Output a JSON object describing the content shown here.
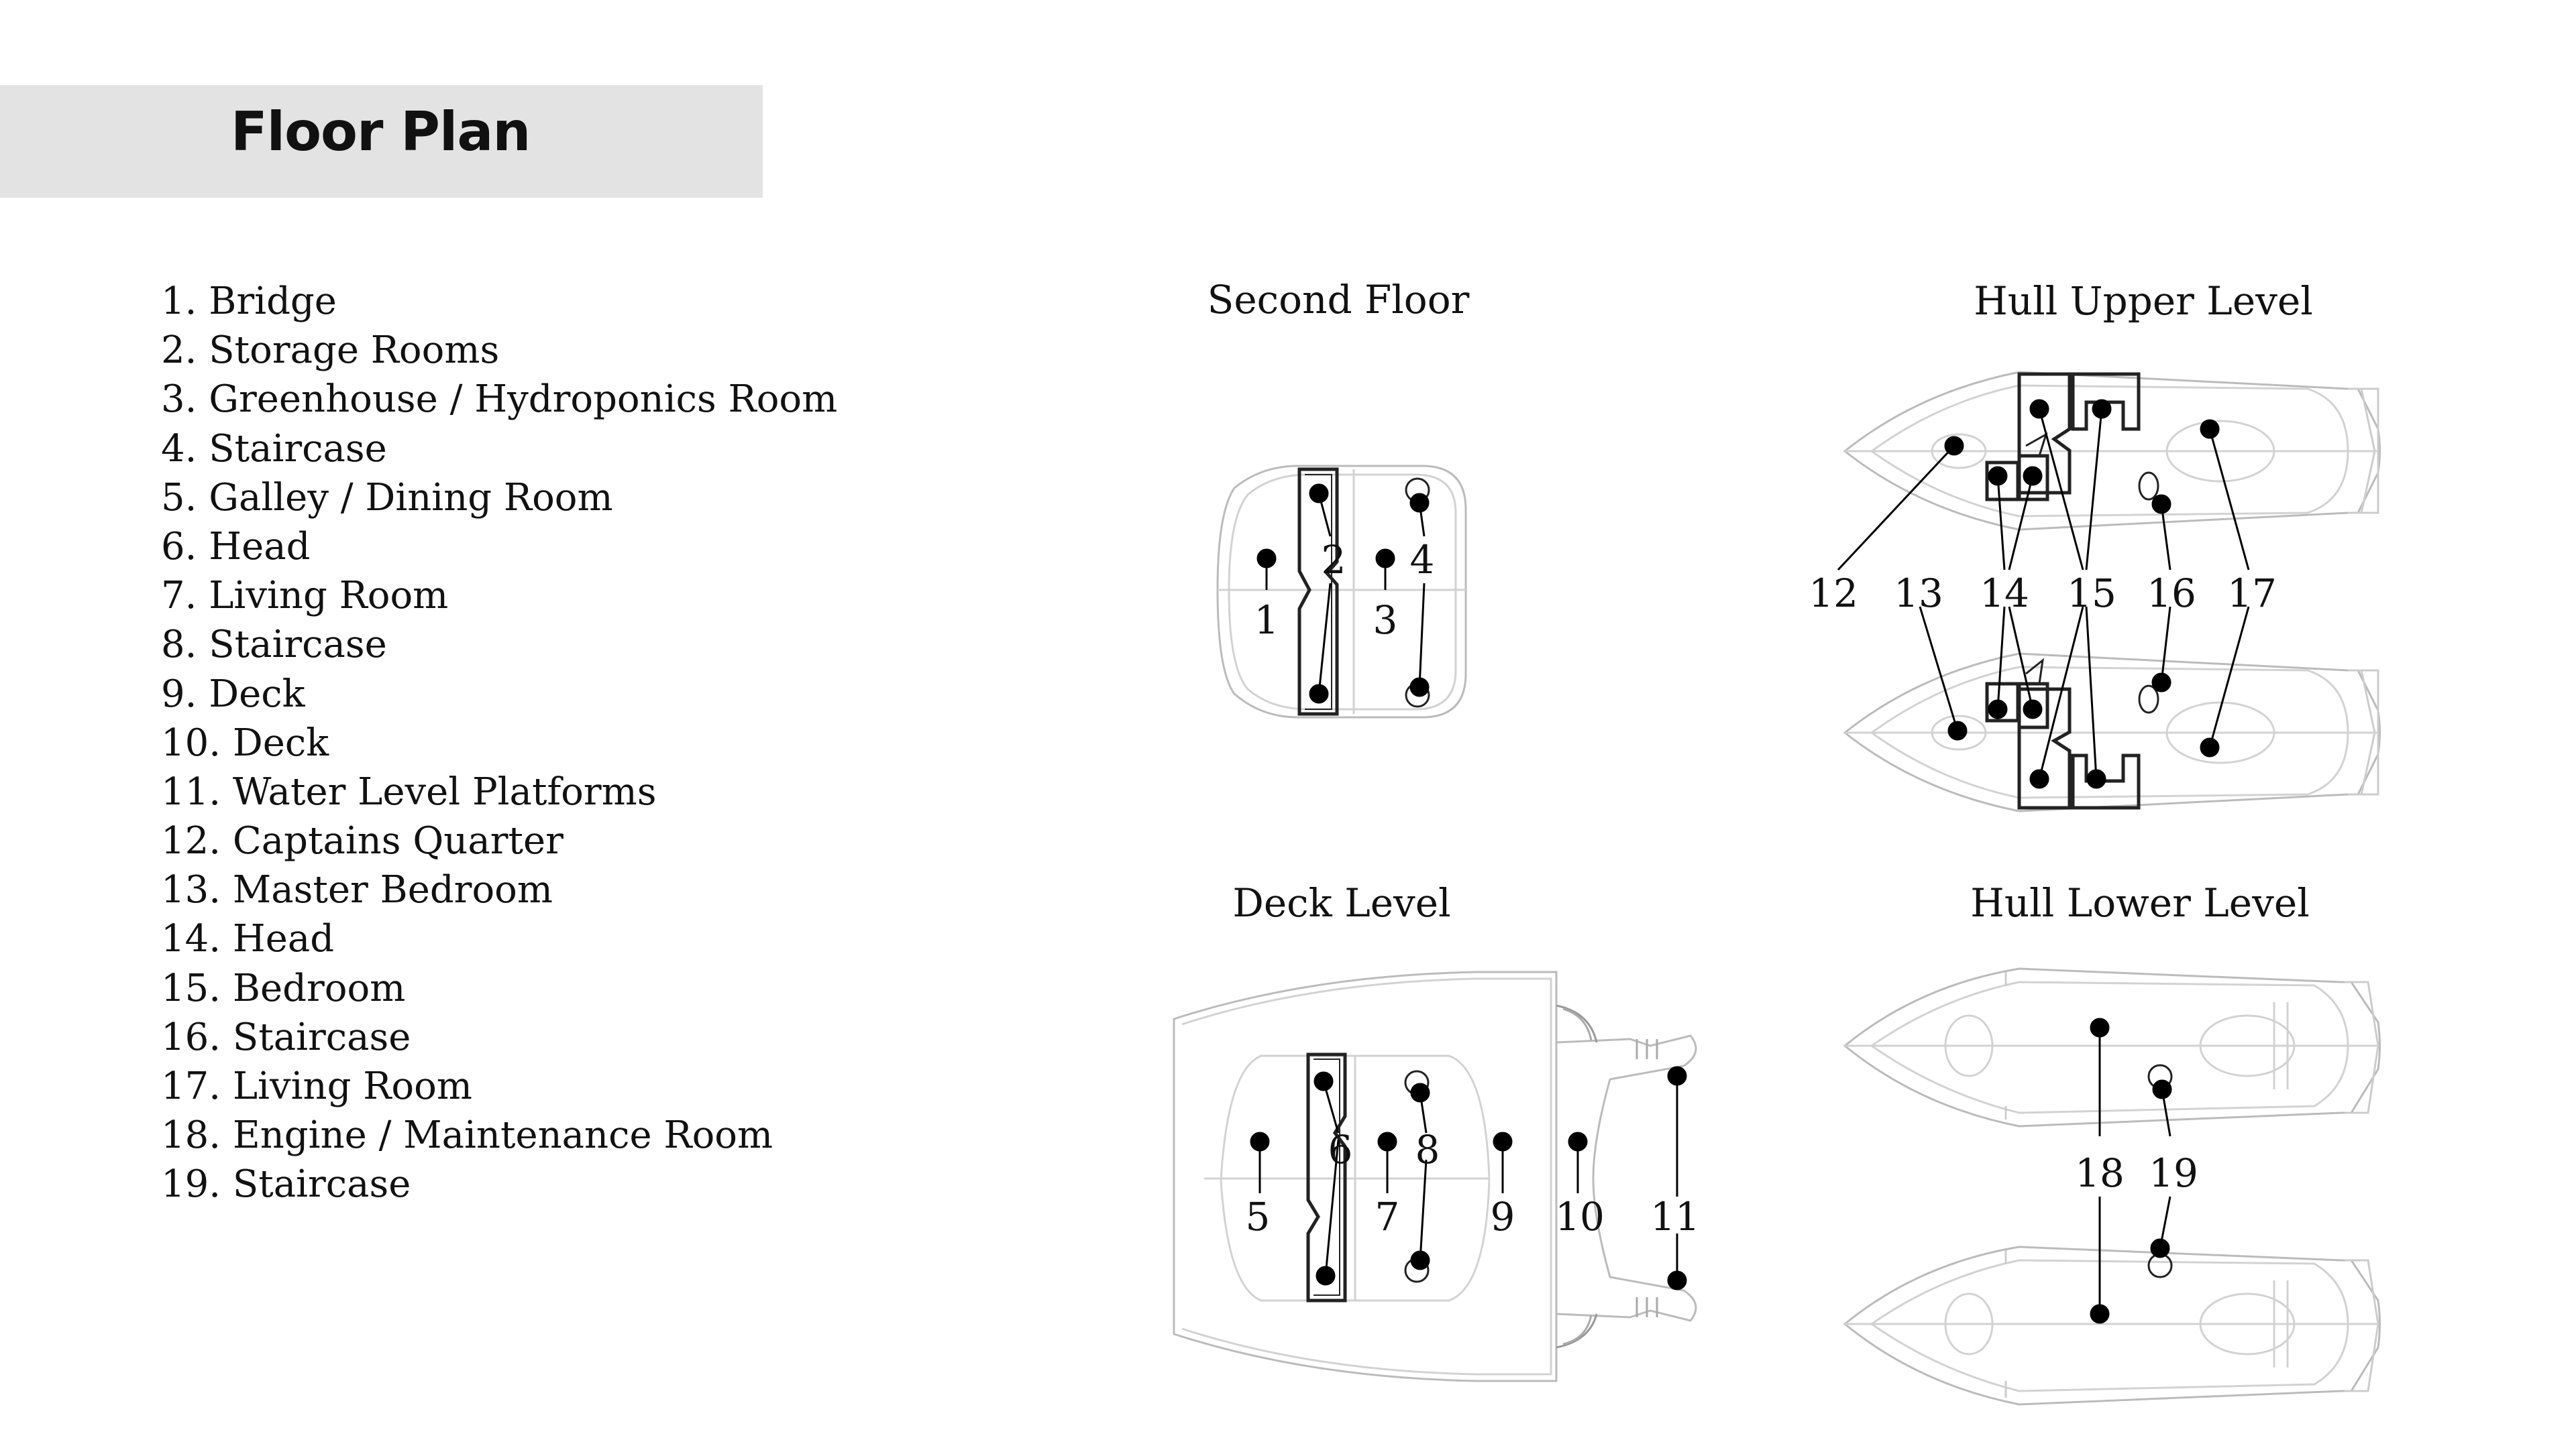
{
  "page": {
    "title": "Floor Plan"
  },
  "legend": [
    "1. Bridge",
    "2. Storage Rooms",
    "3. Greenhouse / Hydroponics Room",
    "4. Staircase",
    "5. Galley / Dining Room",
    "6. Head",
    "7. Living Room",
    "8. Staircase",
    "9. Deck",
    "10. Deck",
    "11. Water Level Platforms",
    "12. Captains Quarter",
    "13. Master Bedroom",
    "14. Head",
    "15. Bedroom",
    "16. Staircase",
    "17. Living Room",
    "18. Engine / Maintenance Room",
    "19. Staircase"
  ],
  "sections": {
    "second_floor": "Second Floor",
    "hull_upper": "Hull Upper Level",
    "deck_level": "Deck Level",
    "hull_lower": "Hull Lower Level"
  },
  "markers": {
    "second_floor": [
      "1",
      "2",
      "3",
      "4"
    ],
    "hull_upper": [
      "12",
      "13",
      "14",
      "15",
      "16",
      "17"
    ],
    "deck_level": [
      "5",
      "6",
      "7",
      "8",
      "9",
      "10",
      "11"
    ],
    "hull_lower": [
      "18",
      "19"
    ]
  }
}
